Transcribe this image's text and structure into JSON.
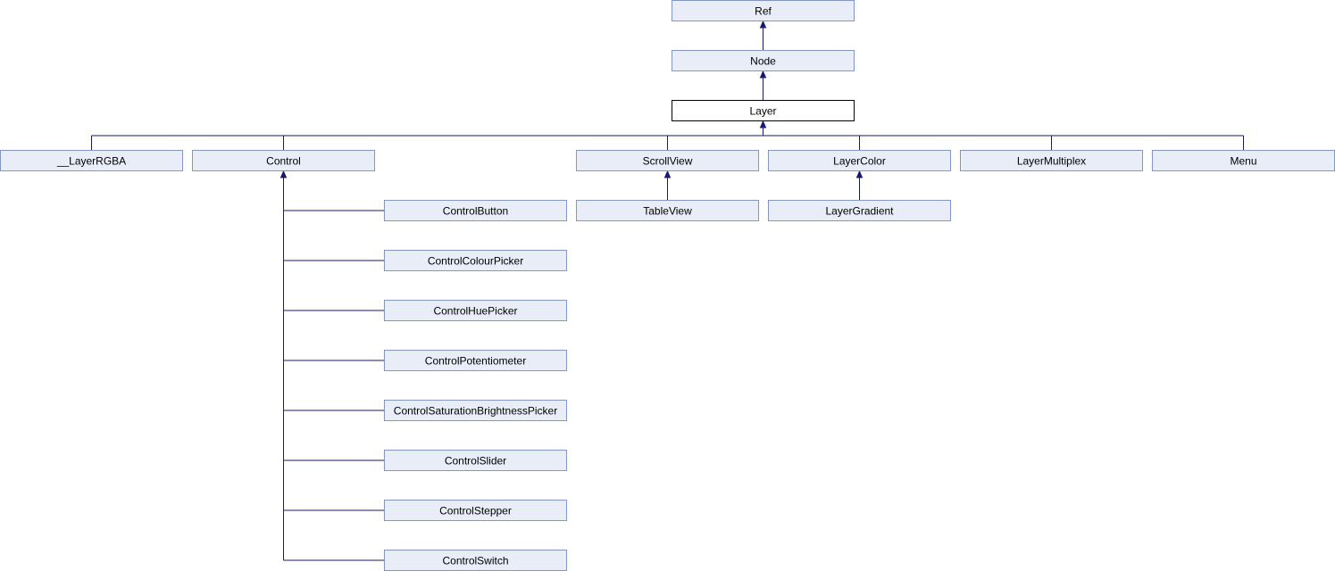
{
  "diagram": {
    "type": "class-inheritance-graph",
    "current_class": "layer",
    "nodes": [
      {
        "id": "ref",
        "label": "Ref"
      },
      {
        "id": "node",
        "label": "Node"
      },
      {
        "id": "layer",
        "label": "Layer"
      },
      {
        "id": "layerrgba",
        "label": "__LayerRGBA"
      },
      {
        "id": "control",
        "label": "Control"
      },
      {
        "id": "scrollview",
        "label": "ScrollView"
      },
      {
        "id": "layercolor",
        "label": "LayerColor"
      },
      {
        "id": "layermultiplex",
        "label": "LayerMultiplex"
      },
      {
        "id": "menu",
        "label": "Menu"
      },
      {
        "id": "tableview",
        "label": "TableView"
      },
      {
        "id": "layergradient",
        "label": "LayerGradient"
      },
      {
        "id": "controlbutton",
        "label": "ControlButton"
      },
      {
        "id": "controlcolourpicker",
        "label": "ControlColourPicker"
      },
      {
        "id": "controlhuepicker",
        "label": "ControlHuePicker"
      },
      {
        "id": "controlpotentiometer",
        "label": "ControlPotentiometer"
      },
      {
        "id": "controlsaturationbrightnesspicker",
        "label": "ControlSaturationBrightnessPicker"
      },
      {
        "id": "controlslider",
        "label": "ControlSlider"
      },
      {
        "id": "controlstepper",
        "label": "ControlStepper"
      },
      {
        "id": "controlswitch",
        "label": "ControlSwitch"
      }
    ],
    "edges": [
      {
        "from": "node",
        "to": "ref"
      },
      {
        "from": "layer",
        "to": "node"
      },
      {
        "from": "layerrgba",
        "to": "layer"
      },
      {
        "from": "control",
        "to": "layer"
      },
      {
        "from": "scrollview",
        "to": "layer"
      },
      {
        "from": "layercolor",
        "to": "layer"
      },
      {
        "from": "layermultiplex",
        "to": "layer"
      },
      {
        "from": "menu",
        "to": "layer"
      },
      {
        "from": "tableview",
        "to": "scrollview"
      },
      {
        "from": "layergradient",
        "to": "layercolor"
      },
      {
        "from": "controlbutton",
        "to": "control"
      },
      {
        "from": "controlcolourpicker",
        "to": "control"
      },
      {
        "from": "controlhuepicker",
        "to": "control"
      },
      {
        "from": "controlpotentiometer",
        "to": "control"
      },
      {
        "from": "controlsaturationbrightnesspicker",
        "to": "control"
      },
      {
        "from": "controlslider",
        "to": "control"
      },
      {
        "from": "controlstepper",
        "to": "control"
      },
      {
        "from": "controlswitch",
        "to": "control"
      }
    ],
    "colors": {
      "node_fill": "#e8edf8",
      "node_border": "#8496c8",
      "current_fill": "#ffffff",
      "current_border": "#000000",
      "edge": "#191970"
    }
  }
}
